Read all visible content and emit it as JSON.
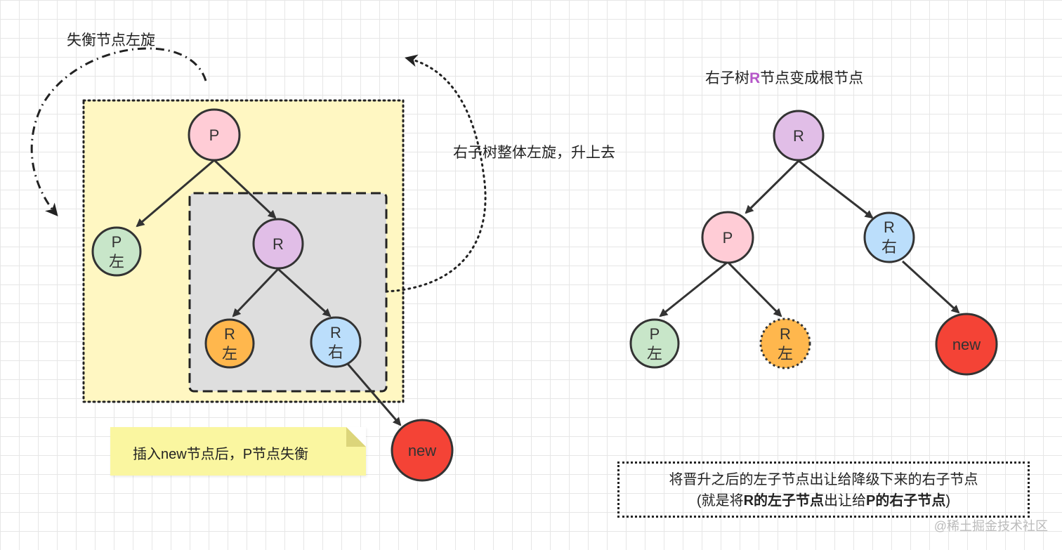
{
  "left": {
    "rotate_label": "失衡节点左旋",
    "subtree_label": "右子树整体左旋，升上去",
    "sticky_note": "插入new节点后，P节点失衡",
    "nodes": {
      "p": "P",
      "p_left_1": "P",
      "p_left_2": "左",
      "r": "R",
      "r_left_1": "R",
      "r_left_2": "左",
      "r_right_1": "R",
      "r_right_2": "右",
      "new": "new"
    }
  },
  "right": {
    "title_prefix": "右子树",
    "title_accent": "R",
    "title_suffix": "节点变成根节点",
    "nodes": {
      "r": "R",
      "p": "P",
      "r_right_1": "R",
      "r_right_2": "右",
      "p_left_1": "P",
      "p_left_2": "左",
      "r_left_1": "R",
      "r_left_2": "左",
      "new": "new"
    },
    "note_line1": "将晋升之后的左子节点出让给降级下来的右子节点",
    "note_line2": {
      "open": "(就是将",
      "bold1": "R的左子节点",
      "mid": "出让给",
      "bold2": "P的右子节点",
      "close": ")"
    }
  },
  "watermark": "@稀土掘金技术社区",
  "colors": {
    "pink": "#ffccd6",
    "green": "#c8e6c9",
    "purple": "#e1bee7",
    "blue": "#bbdefb",
    "orange": "#ffb74d",
    "red": "#f44336",
    "yellow_box": "#fff7c2",
    "gray_box": "#dedede",
    "accent": "#b556c8"
  }
}
